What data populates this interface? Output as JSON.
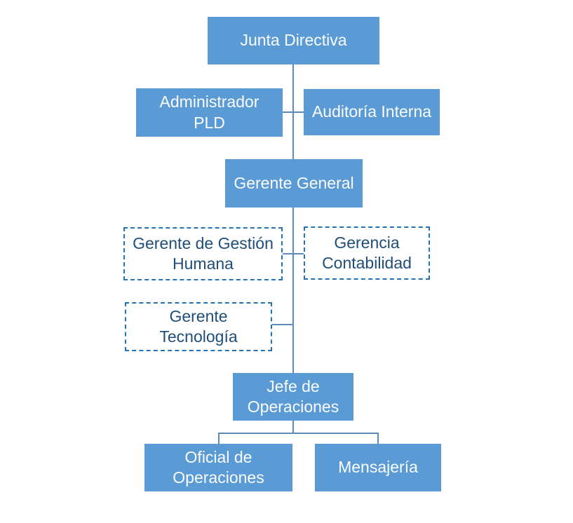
{
  "diagram": {
    "type": "org-chart",
    "background": "#FFFFFF"
  },
  "colors": {
    "solid_box_fill": "#5B9BD5",
    "solid_box_text": "#FBFCFE",
    "dashed_box_border": "#2473B6",
    "dashed_box_text": "#1F4E79",
    "connector_line": "#5C8CBE"
  },
  "nodes": [
    {
      "id": "junta-directiva",
      "label": "Junta Directiva",
      "style": "solid"
    },
    {
      "id": "administrador-pld",
      "label": "Administrador\nPLD",
      "style": "solid"
    },
    {
      "id": "auditoria-interna",
      "label": "Auditoría Interna",
      "style": "solid"
    },
    {
      "id": "gerente-general",
      "label": "Gerente General",
      "style": "solid"
    },
    {
      "id": "gerente-gestion-humana",
      "label": "Gerente de Gestión\nHumana",
      "style": "dashed"
    },
    {
      "id": "gerencia-contabilidad",
      "label": "Gerencia\nContabilidad",
      "style": "dashed"
    },
    {
      "id": "gerente-tecnologia",
      "label": "Gerente\nTecnología",
      "style": "dashed"
    },
    {
      "id": "jefe-operaciones",
      "label": "Jefe de\nOperaciones",
      "style": "solid"
    },
    {
      "id": "oficial-operaciones",
      "label": "Oficial de\nOperaciones",
      "style": "solid"
    },
    {
      "id": "mensajeria",
      "label": "Mensajería",
      "style": "solid"
    }
  ],
  "edges": [
    {
      "from": "junta-directiva",
      "to": "administrador-pld",
      "kind": "lateral"
    },
    {
      "from": "junta-directiva",
      "to": "auditoria-interna",
      "kind": "lateral"
    },
    {
      "from": "junta-directiva",
      "to": "gerente-general",
      "kind": "direct"
    },
    {
      "from": "gerente-general",
      "to": "gerente-gestion-humana",
      "kind": "lateral"
    },
    {
      "from": "gerente-general",
      "to": "gerencia-contabilidad",
      "kind": "lateral"
    },
    {
      "from": "gerente-general",
      "to": "gerente-tecnologia",
      "kind": "lateral"
    },
    {
      "from": "gerente-general",
      "to": "jefe-operaciones",
      "kind": "direct"
    },
    {
      "from": "jefe-operaciones",
      "to": "oficial-operaciones",
      "kind": "direct"
    },
    {
      "from": "jefe-operaciones",
      "to": "mensajeria",
      "kind": "direct"
    }
  ]
}
